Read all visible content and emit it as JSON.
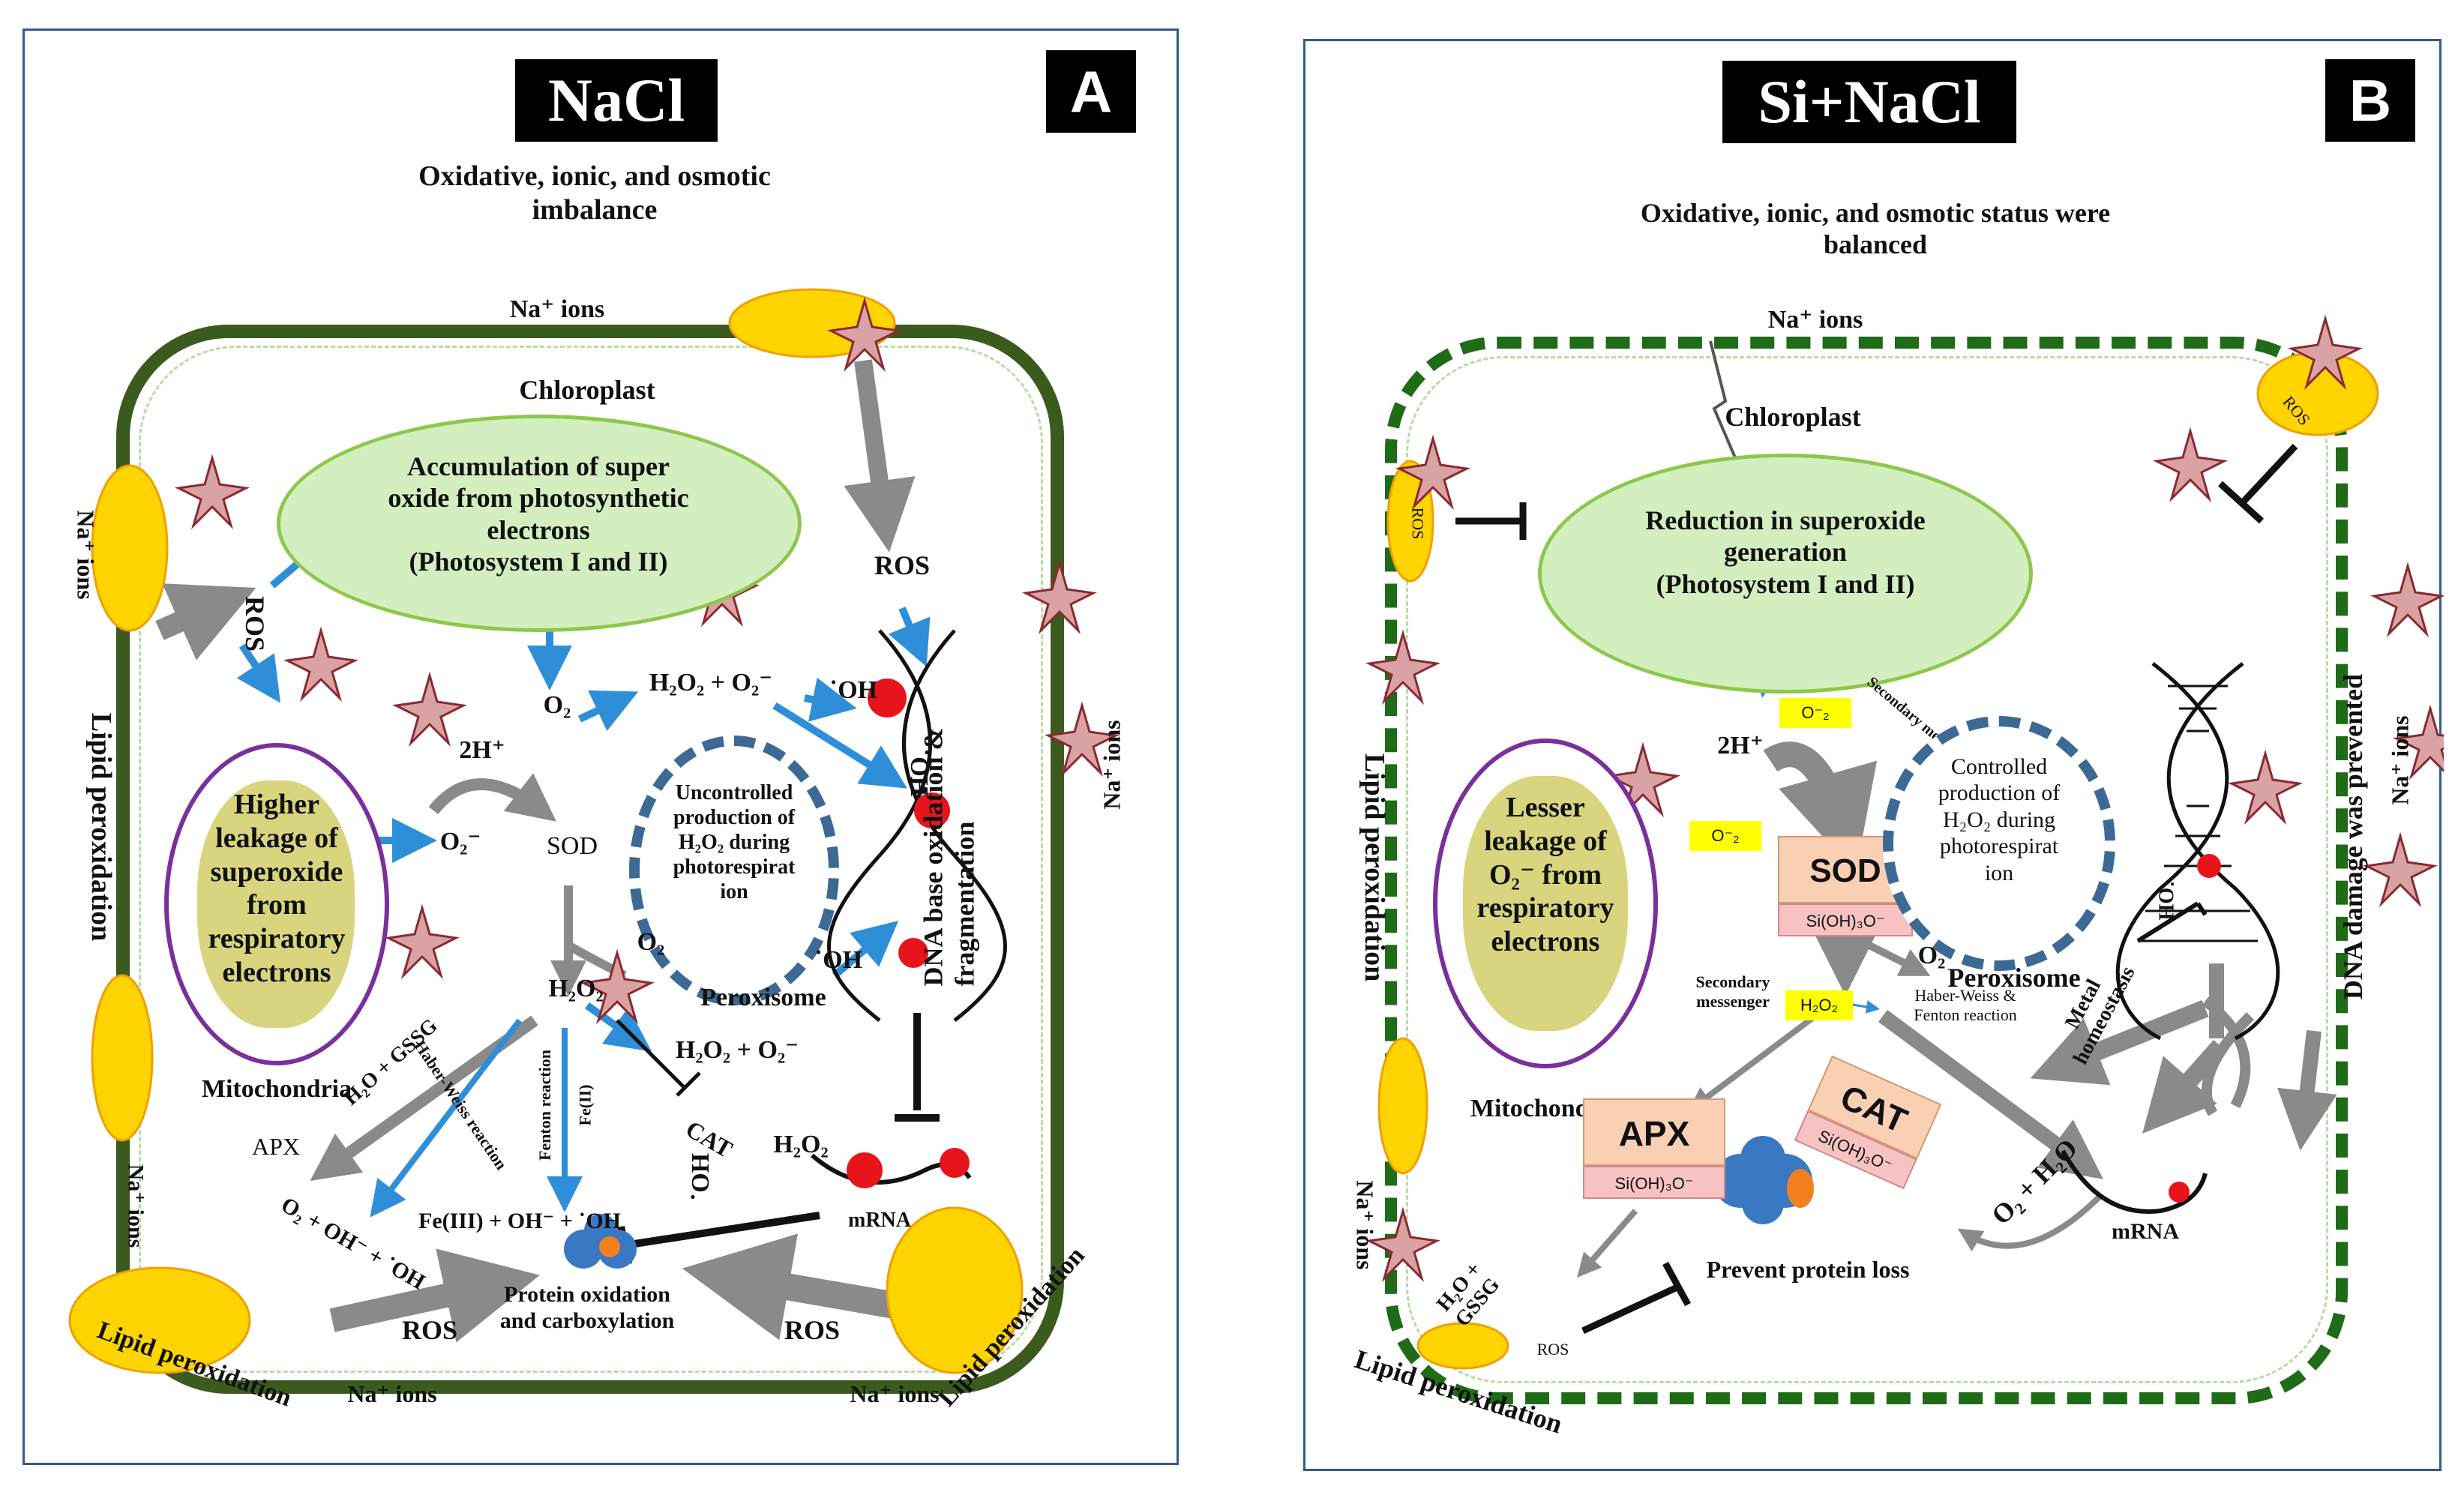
{
  "panel_a": {
    "title": "NaCl",
    "letter": "A",
    "subtitle_line1": "Oxidative, ionic, and osmotic",
    "subtitle_line2": "imbalance",
    "na_ions_top": "Na⁺ ions",
    "na_ions_left": "Na⁺ ions",
    "na_ions_right": "Na⁺ ions",
    "na_ions_bottom_left_1": "Na⁺ ions",
    "na_ions_bottom_left_2": "Na⁺ ions",
    "na_ions_bottom_right": "Na⁺ ions",
    "ros_left": "ROS",
    "ros_top_right": "ROS",
    "ros_bottom_left": "ROS",
    "ros_bottom_right": "ROS",
    "lipid_left": "Lipid peroxidation",
    "lipid_bottom_left": "Lipid peroxidation",
    "lipid_bottom_right": "Lipid peroxidation",
    "chloroplast_label": "Chloroplast",
    "chloroplast_text": [
      "Accumulation of super",
      "oxide from photosynthetic",
      "electrons",
      "(Photosystem I and II)"
    ],
    "mito_text": [
      "Higher",
      "leakage of",
      "superoxide",
      "from",
      "respiratory",
      "electrons"
    ],
    "mito_label": "Mitochondria",
    "perox_text": [
      "Uncontrolled",
      "production of",
      "H₂O₂ during",
      "photorespirat",
      "ion"
    ],
    "perox_label": "Peroxisome",
    "o2_top": "O₂",
    "h2o2_o2_top": "H₂O₂ + O₂⁻",
    "oh_top": "˙OH",
    "two_h": "2H⁺",
    "o2_minus": "O₂⁻",
    "sod": "SOD",
    "o2_mid": "O₂",
    "h2o2": "H₂O₂",
    "h2o2_o2_mid": "H₂O₂ + O₂⁻",
    "oh_mid": "˙OH",
    "oh_dna": "˙OH",
    "dna_label": "DNA base oxidation &",
    "dna_label2": "fragmentation",
    "h2o_gssg": "H₂O + GSSG",
    "apx": "APX",
    "haber_weiss": "Haber-Weiss reaction",
    "fenton_reaction": "Fenton reaction",
    "fe_ii": "Fe(II)",
    "cat": "CAT",
    "h2o2_right": "H₂O₂",
    "oh_cat": "˙OH",
    "o2_oh_bottom": "O₂ + OH⁻ + ˙OH",
    "fe_iii": "Fe(III) + OH⁻ + ˙OH",
    "protein_line1": "Protein oxidation",
    "protein_line2": "and carboxylation",
    "mrna": "mRNA"
  },
  "panel_b": {
    "title": "Si+NaCl",
    "letter": "B",
    "subtitle_line1": "Oxidative, ionic, and osmotic status were",
    "subtitle_line2": "balanced",
    "na_ions_top": "Na⁺ ions",
    "na_ions_left": "Na⁺ ions",
    "na_ions_right": "Na⁺ ions",
    "ros_left": "ROS",
    "ros_top_right": "ROS",
    "ros_bottom": "ROS",
    "lipid_left": "Lipid peroxidation",
    "lipid_bottom": "Lipid peroxidation",
    "chloroplast_label": "Chloroplast",
    "chloroplast_text": [
      "Reduction in superoxide",
      "generation",
      "(Photosystem I and II)"
    ],
    "o2_box_top": "O⁻₂",
    "secondary_messenger_top": "Secondary messenger",
    "two_h": "2H⁺",
    "mito_text": [
      "Lesser",
      "leakage of",
      "O₂⁻ from",
      "respiratory",
      "electrons"
    ],
    "mito_label": "Mitochondria",
    "o2_box_mid": "O⁻₂",
    "sod": "SOD",
    "si_label": "Si(OH)₃O⁻",
    "o2": "O₂",
    "secondary_messenger_bottom_1": "Secondary",
    "secondary_messenger_bottom_2": "messenger",
    "h2o2_box": "H₂O₂",
    "haber_weiss": "Haber-Weiss &",
    "fenton_reaction": "Fenton reaction",
    "perox_text": [
      "Controlled",
      "production of",
      "H₂O₂ during",
      "photorespirat",
      "ion"
    ],
    "perox_label": "Peroxisome",
    "oh_dna": "˙OH",
    "metal": "Metal",
    "homeostasis": "homeostasis",
    "dna_label": "DNA damage was prevented",
    "apx": "APX",
    "cat": "CAT",
    "o2_h2o": "O₂ + H₂O",
    "h2o_gssg_1": "H₂O +",
    "h2o_gssg_2": "GSSG",
    "prevent_protein": "Prevent protein loss",
    "mrna": "mRNA"
  },
  "colors": {
    "panel_border": "#2f5d8a",
    "cell_wall": "#3b5b1e",
    "cell_wall_dashed": "#1f6b17",
    "chloroplast_fill": "#d3efc0",
    "mito_border": "#7a2f9c",
    "peroxisome_border": "#3d6a95",
    "blue_arrow": "#2e8fd8",
    "grey_arrow": "#8a8a8a",
    "yellow_box": "#ffff00",
    "enzyme_fill": "#f9d0b4",
    "si_fill": "#f7c2c2"
  }
}
